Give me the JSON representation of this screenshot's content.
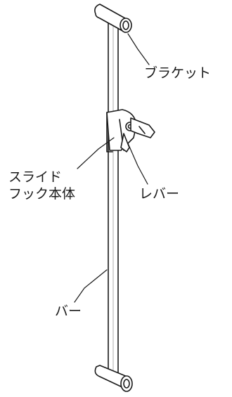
{
  "labels": {
    "bracket": "ブラケット",
    "slide_hook_line1": "スライド",
    "slide_hook_line2": "フック本体",
    "lever": "レバー",
    "bar": "バー"
  },
  "colors": {
    "line": "#1a1a1a",
    "fill": "#ffffff"
  }
}
